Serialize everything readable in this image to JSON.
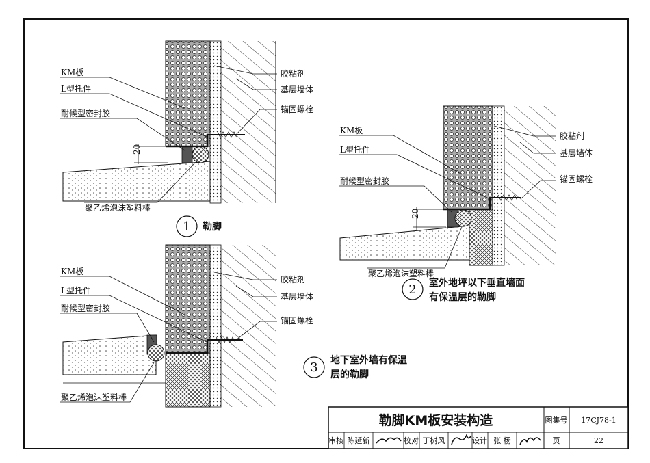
{
  "detail1": {
    "labels": {
      "km": "KM板",
      "bracket": "L型托件",
      "sealant": "耐候型密封胶",
      "adhesive": "胶粘剂",
      "base_wall": "基层墙体",
      "anchor": "锚固螺栓",
      "rod": "聚乙烯泡沫塑料棒",
      "dim": "20"
    },
    "number": "1",
    "caption": "勒脚"
  },
  "detail2": {
    "labels": {
      "km": "KM板",
      "bracket": "L型托件",
      "sealant": "耐候型密封胶",
      "adhesive": "胶粘剂",
      "base_wall": "基层墙体",
      "anchor": "锚固螺栓",
      "rod": "聚乙烯泡沫塑料棒",
      "dim": "20"
    },
    "number": "2",
    "caption_line1": "室外地坪以下垂直墙面",
    "caption_line2": "有保温层的勒脚"
  },
  "detail3": {
    "labels": {
      "km": "KM板",
      "bracket": "L型托件",
      "sealant": "耐候型密封胶",
      "adhesive": "胶粘剂",
      "base_wall": "基层墙体",
      "anchor": "锚固螺栓",
      "rod": "聚乙烯泡沫塑料棒"
    },
    "number": "3",
    "caption_line1": "地下室外墙有保温",
    "caption_line2": "层的勒脚"
  },
  "title_block": {
    "title": "勒脚KM板安装构造",
    "atlas_label": "图集号",
    "atlas_no": "17CJ78-1",
    "review_label": "审核",
    "reviewer": "陈延新",
    "check_label": "校对",
    "checker": "丁树风",
    "design_label": "设计",
    "designer": "张  杨",
    "page_label": "页",
    "page_no": "22"
  }
}
